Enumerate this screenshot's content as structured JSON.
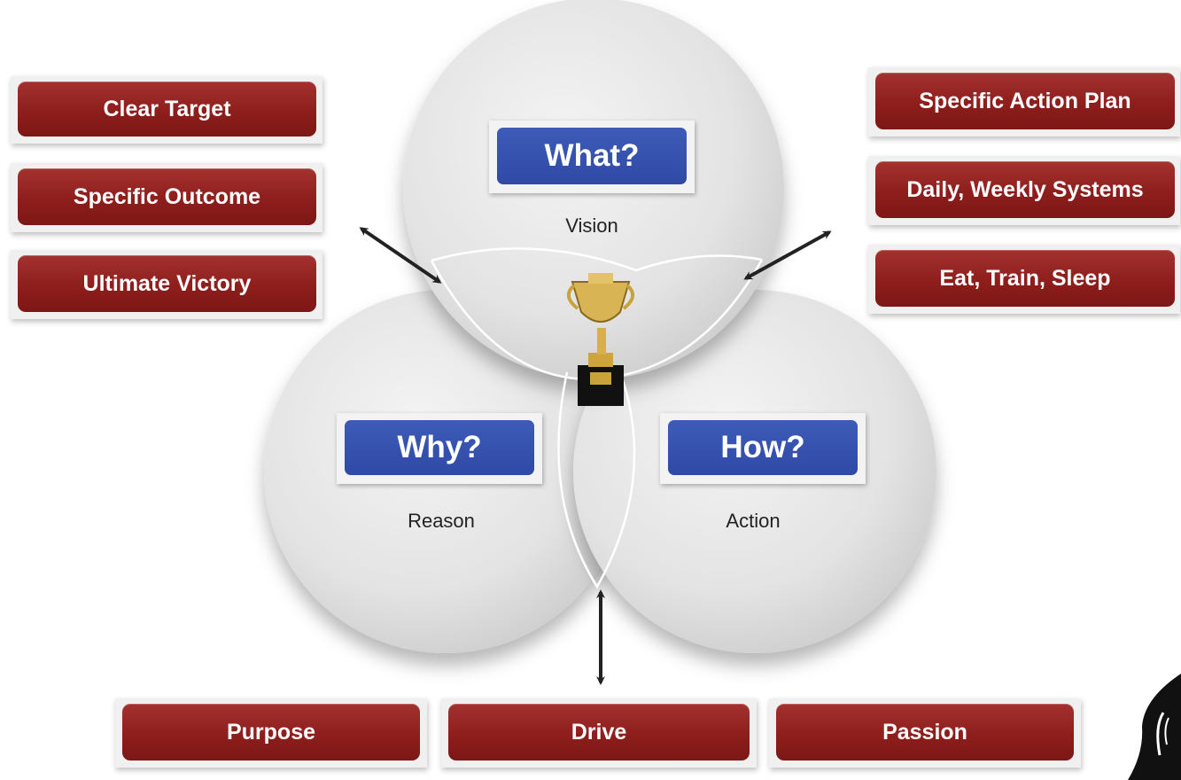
{
  "diagram": {
    "top_left_items": [
      "Clear Target",
      "Specific Outcome",
      "Ultimate Victory"
    ],
    "top_right_items": [
      "Specific Action Plan",
      "Daily, Weekly Systems",
      "Eat, Train, Sleep"
    ],
    "bottom_items": [
      "Purpose",
      "Drive",
      "Passion"
    ],
    "circles": {
      "top": {
        "question": "What?",
        "caption": "Vision"
      },
      "left": {
        "question": "Why?",
        "caption": "Reason"
      },
      "right": {
        "question": "How?",
        "caption": "Action"
      }
    },
    "center_icon": "trophy-icon",
    "corner_icon": "wing-logo-icon"
  },
  "colors": {
    "red_box": "#8e1e1c",
    "blue_box": "#3150aa",
    "circle_fill": "#e6e6e6",
    "arrow": "#222222"
  }
}
